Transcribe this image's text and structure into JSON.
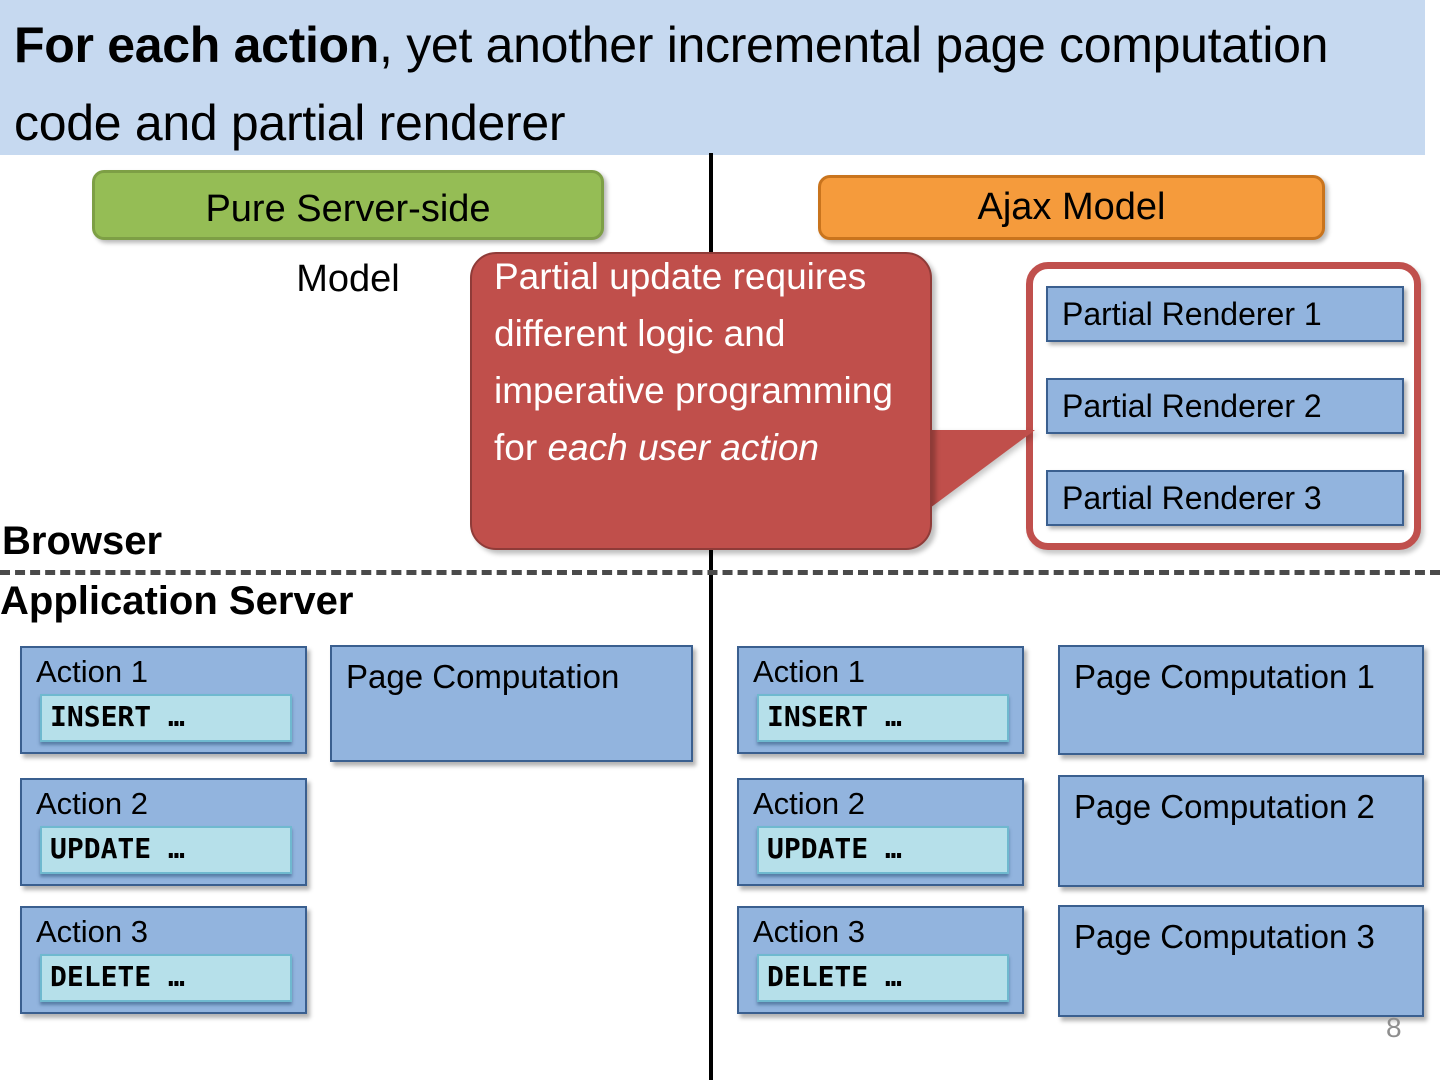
{
  "slide": {
    "title_strong": "For each action",
    "title_rest": ", yet another incremental page computation code and partial renderer",
    "page_number": "8"
  },
  "tiers": {
    "browser_label": "Browser",
    "app_server_label": "Application Server"
  },
  "models": {
    "left_pill": "Pure Server-side\nModel",
    "right_pill": "Ajax Model"
  },
  "callout": {
    "text_plain": "Partial update requires different logic and imperative programming for ",
    "text_emphasis": "each user action"
  },
  "renderers": [
    {
      "label": "Partial Renderer 1"
    },
    {
      "label": "Partial Renderer 2"
    },
    {
      "label": "Partial Renderer 3"
    }
  ],
  "left_column": {
    "actions": [
      {
        "title": "Action 1",
        "sql": "INSERT …"
      },
      {
        "title": "Action 2",
        "sql": "UPDATE …"
      },
      {
        "title": "Action 3",
        "sql": "DELETE …"
      }
    ],
    "page_computation": "Page Computation"
  },
  "right_column": {
    "actions": [
      {
        "title": "Action 1",
        "sql": "INSERT …"
      },
      {
        "title": "Action 2",
        "sql": "UPDATE …"
      },
      {
        "title": "Action 3",
        "sql": "DELETE …"
      }
    ],
    "page_computations": [
      {
        "label": "Page Computation 1"
      },
      {
        "label": "Page Computation 2"
      },
      {
        "label": "Page Computation 3"
      }
    ]
  },
  "colors": {
    "title_band": "#c6d9f0",
    "green_pill": "#95bd55",
    "orange_pill": "#f59b3c",
    "callout_red": "#c04f4b",
    "renderer_border_red": "#c0504d",
    "box_blue": "#92b4de",
    "sql_chip": "#b6e0ea",
    "page_number": "#8e8e8e"
  }
}
